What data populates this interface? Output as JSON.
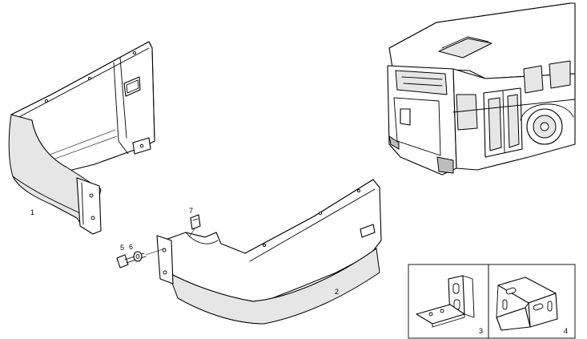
{
  "callouts": {
    "part_1": "1",
    "part_2": "2",
    "part_3": "3",
    "part_4": "4",
    "part_5": "5",
    "part_6": "6",
    "part_7": "7"
  }
}
